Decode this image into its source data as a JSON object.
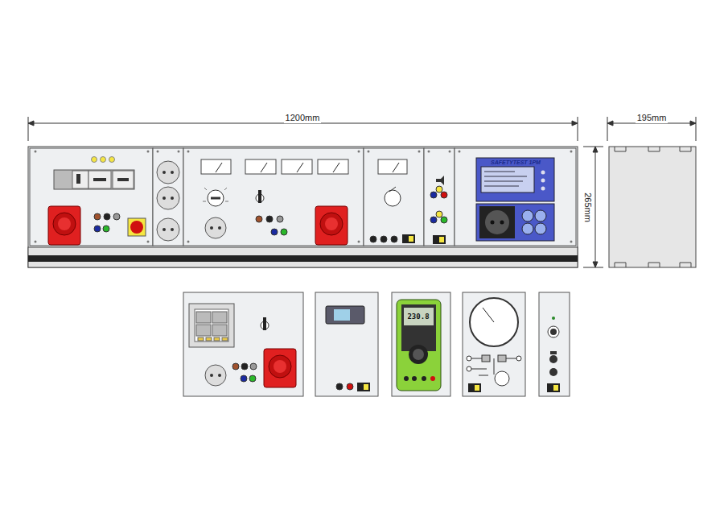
{
  "diagram": {
    "labels": [
      "1200mm",
      "195mm",
      "265mm",
      "SAFETYTEST 1PM",
      "230.8"
    ]
  }
}
